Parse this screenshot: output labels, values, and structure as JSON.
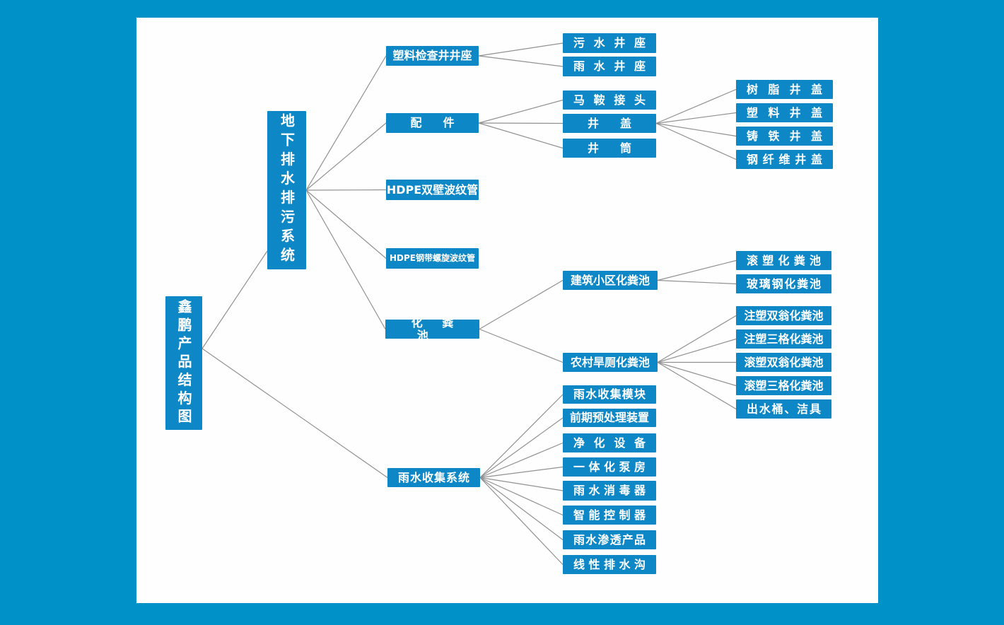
{
  "title": "鑫鹏产品结构图",
  "colors": {
    "background": "#0091C9",
    "panel": "#FEFEFE",
    "node_fill": "#0E87C6",
    "node_text": "#FFFFFF",
    "connector": "#919191"
  },
  "nodes": [
    {
      "id": "root",
      "label": "鑫鹏产品结构图",
      "parent": null,
      "orientation": "vertical"
    },
    {
      "id": "underground-system",
      "label": "地下排水排污系统",
      "parent": "root",
      "orientation": "vertical"
    },
    {
      "id": "plastic-well-seat",
      "label": "塑料检查井井座",
      "parent": "underground-system",
      "orientation": "horizontal"
    },
    {
      "id": "sewage-well-seat",
      "label": "污水井座",
      "parent": "plastic-well-seat",
      "orientation": "horizontal"
    },
    {
      "id": "rain-well-seat",
      "label": "雨水井座",
      "parent": "plastic-well-seat",
      "orientation": "horizontal"
    },
    {
      "id": "accessories",
      "label": "配件",
      "parent": "underground-system",
      "orientation": "horizontal"
    },
    {
      "id": "saddle-joint",
      "label": "马鞍接头",
      "parent": "accessories",
      "orientation": "horizontal"
    },
    {
      "id": "manhole-cover",
      "label": "井盖",
      "parent": "accessories",
      "orientation": "horizontal"
    },
    {
      "id": "well-shaft",
      "label": "井筒",
      "parent": "accessories",
      "orientation": "horizontal"
    },
    {
      "id": "resin-cover",
      "label": "树脂井盖",
      "parent": "manhole-cover",
      "orientation": "horizontal"
    },
    {
      "id": "plastic-cover",
      "label": "塑料井盖",
      "parent": "manhole-cover",
      "orientation": "horizontal"
    },
    {
      "id": "cast-iron-cover",
      "label": "铸铁井盖",
      "parent": "manhole-cover",
      "orientation": "horizontal"
    },
    {
      "id": "steel-fiber-cover",
      "label": "钢纤维井盖",
      "parent": "manhole-cover",
      "orientation": "horizontal"
    },
    {
      "id": "hdpe-double-wall",
      "label": "HDPE双壁波纹管",
      "parent": "underground-system",
      "orientation": "horizontal"
    },
    {
      "id": "hdpe-steel-belt",
      "label": "HDPE钢带螺旋波纹管",
      "parent": "underground-system",
      "orientation": "horizontal"
    },
    {
      "id": "septic-tank",
      "label": "化粪池",
      "parent": "underground-system",
      "orientation": "horizontal"
    },
    {
      "id": "residential-septic",
      "label": "建筑小区化粪池",
      "parent": "septic-tank",
      "orientation": "horizontal"
    },
    {
      "id": "roto-septic",
      "label": "滚塑化粪池",
      "parent": "residential-septic",
      "orientation": "horizontal"
    },
    {
      "id": "frp-septic",
      "label": "玻璃钢化粪池",
      "parent": "residential-septic",
      "orientation": "horizontal"
    },
    {
      "id": "rural-septic",
      "label": "农村旱厕化粪池",
      "parent": "septic-tank",
      "orientation": "horizontal"
    },
    {
      "id": "injection-double-urn",
      "label": "注塑双翁化粪池",
      "parent": "rural-septic",
      "orientation": "horizontal"
    },
    {
      "id": "injection-three-grid",
      "label": "注塑三格化粪池",
      "parent": "rural-septic",
      "orientation": "horizontal"
    },
    {
      "id": "roto-double-urn",
      "label": "滚塑双翁化粪池",
      "parent": "rural-septic",
      "orientation": "horizontal"
    },
    {
      "id": "roto-three-grid",
      "label": "滚塑三格化粪池",
      "parent": "rural-septic",
      "orientation": "horizontal"
    },
    {
      "id": "outlet-bucket",
      "label": "出水桶、洁具",
      "parent": "rural-septic",
      "orientation": "horizontal"
    },
    {
      "id": "rainwater-system",
      "label": "雨水收集系统",
      "parent": "root",
      "orientation": "horizontal"
    },
    {
      "id": "rain-collect-module",
      "label": "雨水收集模块",
      "parent": "rainwater-system",
      "orientation": "horizontal"
    },
    {
      "id": "pre-treatment-device",
      "label": "前期预处理装置",
      "parent": "rainwater-system",
      "orientation": "horizontal"
    },
    {
      "id": "purification-equip",
      "label": "净化设备",
      "parent": "rainwater-system",
      "orientation": "horizontal"
    },
    {
      "id": "integrated-pump-house",
      "label": "一体化泵房",
      "parent": "rainwater-system",
      "orientation": "horizontal"
    },
    {
      "id": "rain-disinfector",
      "label": "雨水消毒器",
      "parent": "rainwater-system",
      "orientation": "horizontal"
    },
    {
      "id": "smart-controller",
      "label": "智能控制器",
      "parent": "rainwater-system",
      "orientation": "horizontal"
    },
    {
      "id": "rain-permeation",
      "label": "雨水渗透产品",
      "parent": "rainwater-system",
      "orientation": "horizontal"
    },
    {
      "id": "linear-drain",
      "label": "线性排水沟",
      "parent": "rainwater-system",
      "orientation": "horizontal"
    }
  ]
}
